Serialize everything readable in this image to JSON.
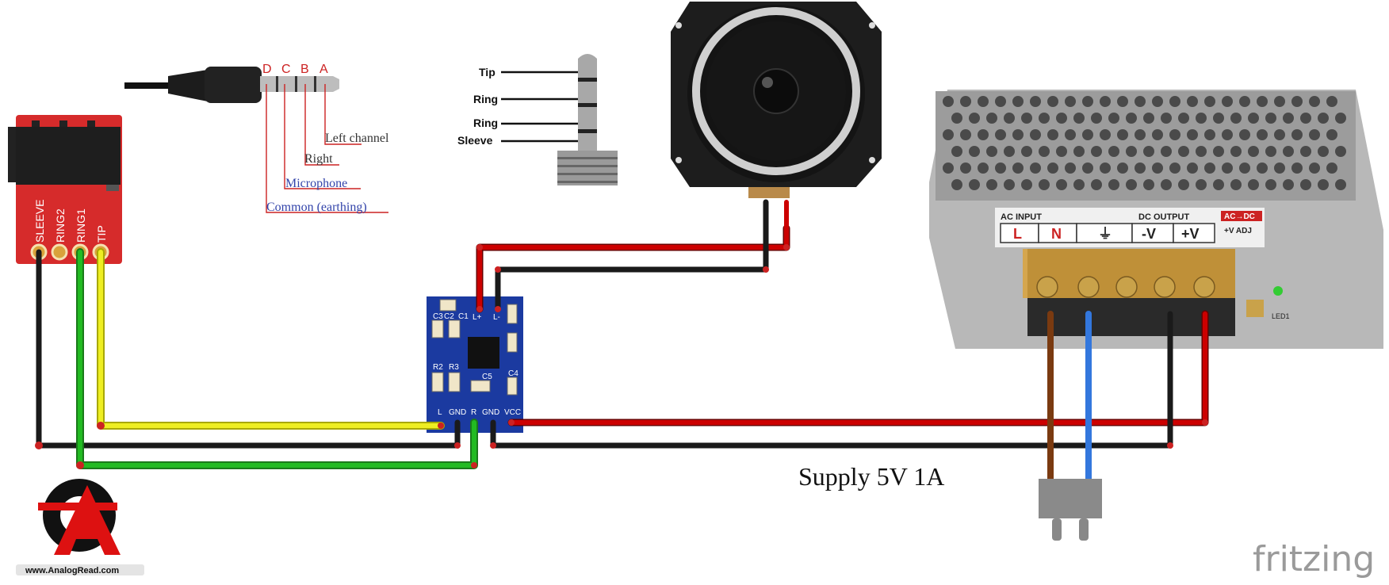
{
  "jack_plug": {
    "pin_letters": [
      "D",
      "C",
      "B",
      "A"
    ],
    "pin_labels": [
      "Left channel",
      "Right",
      "Microphone",
      "Common (earthing)"
    ]
  },
  "trrs_diagram": {
    "labels": [
      "Tip",
      "Ring",
      "Ring",
      "Sleeve"
    ]
  },
  "breakout": {
    "pins": [
      "SLEEVE",
      "RING2",
      "RING1",
      "TIP"
    ]
  },
  "amp_board": {
    "top_labels": [
      "L+",
      "L-"
    ],
    "bottom_labels": [
      "L",
      "GND",
      "R",
      "GND",
      "VCC"
    ],
    "part_labels": [
      "C3",
      "C2",
      "C1",
      "R2",
      "R3",
      "C5",
      "C4"
    ]
  },
  "psu": {
    "ac_input_label": "AC INPUT",
    "dc_output_label": "DC OUTPUT",
    "acdc_badge": "AC→DC",
    "terminal_labels": [
      "L",
      "N",
      "⏚",
      "-V",
      "+V"
    ],
    "adj_label": "+V ADJ",
    "led_label": "LED1"
  },
  "supply_caption": "Supply 5V 1A",
  "logo_url": "www.AnalogRead.com",
  "fritzing_label": "fritzing",
  "colors": {
    "red_wire": "#cc0000",
    "black_wire": "#1a1a1a",
    "green_wire": "#22bb22",
    "yellow_wire": "#eeee22",
    "brown_wire": "#7a3a10",
    "blue_wire": "#3377dd",
    "breakout_board": "#d62b2b",
    "amp_board": "#1b3aa0",
    "annotation_red": "#cc2222",
    "annotation_blue": "#3344aa"
  }
}
